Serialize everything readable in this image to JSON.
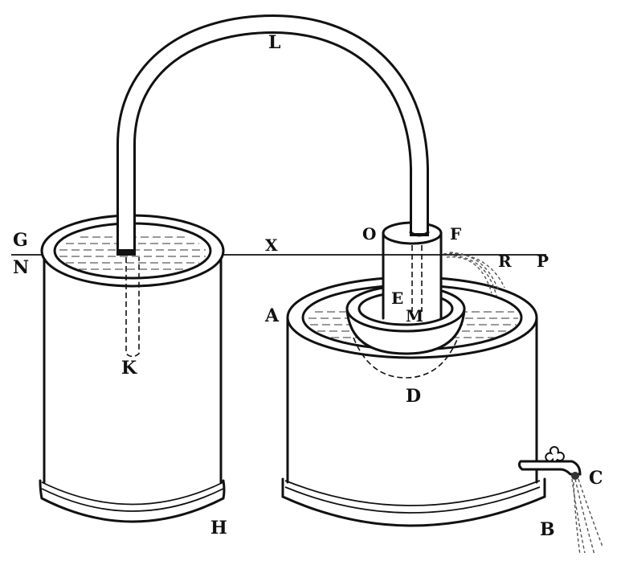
{
  "figure": {
    "description": "Siphon apparatus: tube from left vessel to inverted cup over right vessel, with horizontal level line",
    "colors": {
      "ink": "#111111",
      "background": "#ffffff"
    },
    "labels": {
      "G": "G",
      "N": "N",
      "L": "L",
      "X": "X",
      "O": "O",
      "F": "F",
      "R": "R",
      "P": "P",
      "E": "E",
      "M": "M",
      "A": "A",
      "K": "K",
      "D": "D",
      "C": "C",
      "B": "B",
      "H": "H"
    }
  }
}
